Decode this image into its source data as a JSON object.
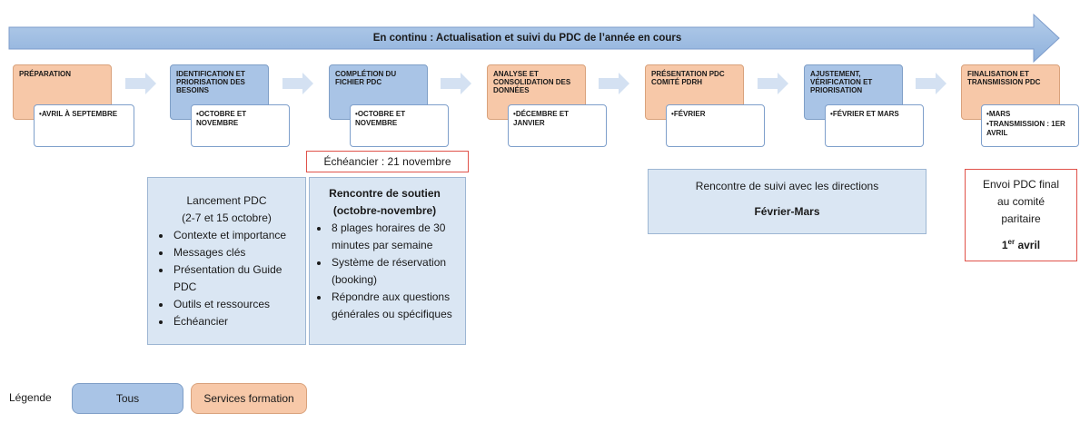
{
  "top_banner": "En continu : Actualisation et suivi du PDC de l’année en cours",
  "stages": [
    {
      "label": "Préparation",
      "dates": [
        "AVRIL À SEPTEMBRE"
      ],
      "audience": "Services formation"
    },
    {
      "label": "Identification et priorisation des besoins",
      "dates": [
        "OCTOBRE ET NOVEMBRE"
      ],
      "audience": "Tous"
    },
    {
      "label": "Complétion du fichier PDC",
      "dates": [
        "OCTOBRE ET NOVEMBRE"
      ],
      "audience": "Tous"
    },
    {
      "label": "Analyse et consolidation des données",
      "dates": [
        "DÉCEMBRE ET JANVIER"
      ],
      "audience": "Services formation"
    },
    {
      "label": "Présentation PDC comité PDRH",
      "dates": [
        "FÉVRIER"
      ],
      "audience": "Services formation"
    },
    {
      "label": "Ajustement, vérification et priorisation",
      "dates": [
        "FÉVRIER ET MARS"
      ],
      "audience": "Tous"
    },
    {
      "label": "Finalisation  et transmission PDC",
      "dates": [
        "MARS",
        "TRANSMISSION : 1er avril"
      ],
      "audience": "Services formation"
    }
  ],
  "echeancier": "Échéancier : 21 novembre",
  "lancement": {
    "title": "Lancement PDC",
    "subtitle": "(2-7 et 15 octobre)",
    "items": [
      "Contexte et importance",
      "Messages clés",
      "Présentation du Guide PDC",
      "Outils et ressources",
      "Échéancier"
    ]
  },
  "soutien": {
    "title": "Rencontre de soutien",
    "subtitle": "(octobre-novembre)",
    "items": [
      "8 plages horaires de 30 minutes par semaine",
      "Système de réservation (booking)",
      "Répondre aux questions générales ou spécifiques"
    ]
  },
  "suivi": {
    "title": "Rencontre de suivi avec les directions",
    "period": "Février-Mars"
  },
  "envoi": {
    "text": "Envoi PDC final au comité paritaire",
    "date_main": "1",
    "date_sup": "er",
    "date_rest": " avril"
  },
  "legend": {
    "label": "Légende",
    "items": [
      {
        "label": "Tous",
        "color": "#a9c4e6"
      },
      {
        "label": "Services formation",
        "color": "#f7c8a8"
      }
    ]
  },
  "colors": {
    "blue": "#a9c4e6",
    "orange": "#f7c8a8",
    "panel": "#dae6f3",
    "red_border": "#e0524a"
  }
}
